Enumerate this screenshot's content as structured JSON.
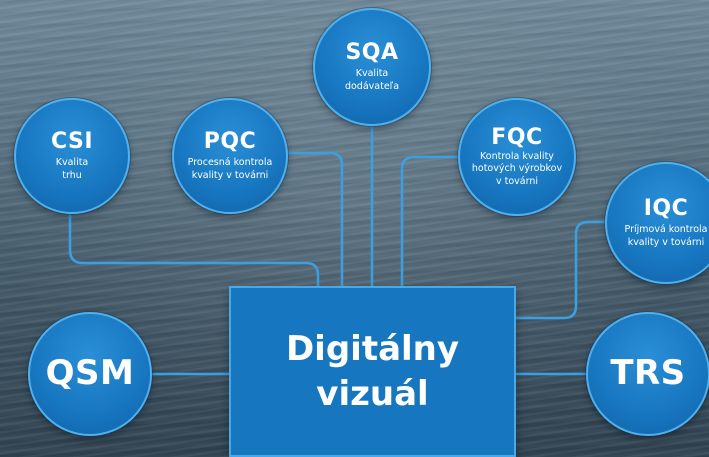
{
  "center": {
    "title": "Digitálny vizuál"
  },
  "nodes": {
    "sqa": {
      "code": "SQA",
      "desc": "Kvalita dodávateľa"
    },
    "csi": {
      "code": "CSI",
      "desc": "Kvalita trhu"
    },
    "pqc": {
      "code": "PQC",
      "desc": "Procesná kontrola kvality v továrni"
    },
    "fqc": {
      "code": "FQC",
      "desc": "Kontrola kvality hotových výrobkov v továrni"
    },
    "iqc": {
      "code": "IQC",
      "desc": "Príjmová kontrola kvality v továrni"
    },
    "qsm": {
      "code": "QSM"
    },
    "trs": {
      "code": "TRS"
    }
  },
  "colors": {
    "node_fill": "#1878c2",
    "node_border": "#4fb0ec",
    "connector": "#3aa0e4",
    "center_fill": "#1776c0"
  }
}
